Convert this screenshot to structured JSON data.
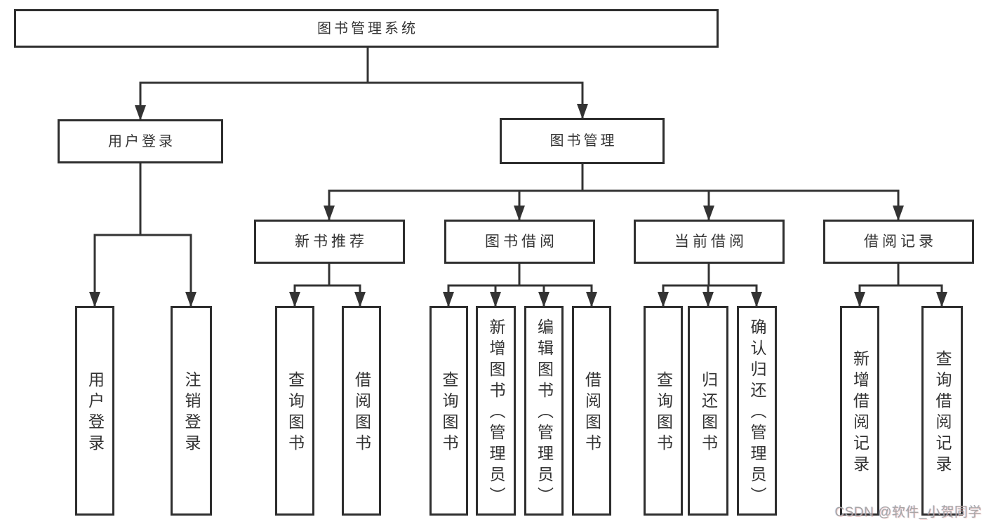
{
  "page": {
    "background_color": "#ffffff",
    "line_color": "#333333",
    "border_color": "#2e2e2e",
    "text_color": "#333333"
  },
  "watermark": {
    "text": "CSDN @软件_小贺同学",
    "color": "#a6a6a6"
  },
  "tree": {
    "label": "图书管理系统",
    "children": [
      {
        "label": "用户登录",
        "children": [
          {
            "label": "用户登录"
          },
          {
            "label": "注销登录"
          }
        ]
      },
      {
        "label": "图书管理",
        "children": [
          {
            "label": "新书推荐",
            "children": [
              {
                "label": "查询图书"
              },
              {
                "label": "借阅图书"
              }
            ]
          },
          {
            "label": "图书借阅",
            "children": [
              {
                "label": "查询图书"
              },
              {
                "label": "新增图书（管理员）"
              },
              {
                "label": "编辑图书（管理员）"
              },
              {
                "label": "借阅图书"
              }
            ]
          },
          {
            "label": "当前借阅",
            "children": [
              {
                "label": "查询图书"
              },
              {
                "label": "归还图书"
              },
              {
                "label": "确认归还（管理员）"
              }
            ]
          },
          {
            "label": "借阅记录",
            "children": [
              {
                "label": "新增借阅记录"
              },
              {
                "label": "查询借阅记录"
              }
            ]
          }
        ]
      }
    ]
  }
}
